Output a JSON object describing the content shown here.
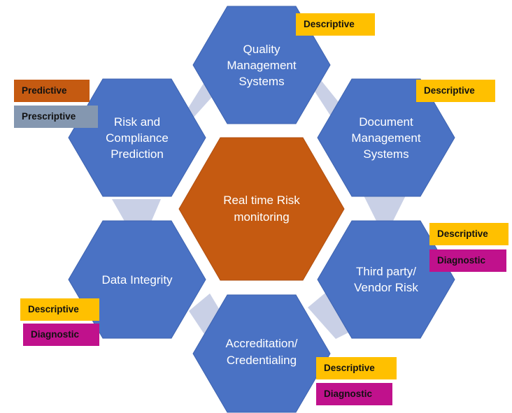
{
  "colors": {
    "hex_blue": "#4a72c4",
    "hex_center": "#c55a11",
    "connector": "#c9d0e6",
    "descriptive": "#ffc000",
    "diagnostic": "#c0118c",
    "predictive": "#c55a11",
    "prescriptive": "#8497b0"
  },
  "center": {
    "lines": [
      "Real time Risk",
      "monitoring"
    ]
  },
  "nodes": [
    {
      "id": "qms",
      "lines": [
        "Quality",
        "Management",
        "Systems"
      ],
      "tags": [
        "Descriptive"
      ]
    },
    {
      "id": "dms",
      "lines": [
        "Document",
        "Management",
        "Systems"
      ],
      "tags": [
        "Descriptive"
      ]
    },
    {
      "id": "tpv",
      "lines": [
        "Third party/",
        "Vendor Risk"
      ],
      "tags": [
        "Descriptive",
        "Diagnostic"
      ]
    },
    {
      "id": "acc",
      "lines": [
        "Accreditation/",
        "Credentialing"
      ],
      "tags": [
        "Descriptive",
        "Diagnostic"
      ]
    },
    {
      "id": "di",
      "lines": [
        "Data Integrity"
      ],
      "tags": [
        "Descriptive",
        "Diagnostic"
      ]
    },
    {
      "id": "rcp",
      "lines": [
        "Risk and",
        "Compliance",
        "Prediction"
      ],
      "tags": [
        "Predictive",
        "Prescriptive"
      ]
    }
  ]
}
